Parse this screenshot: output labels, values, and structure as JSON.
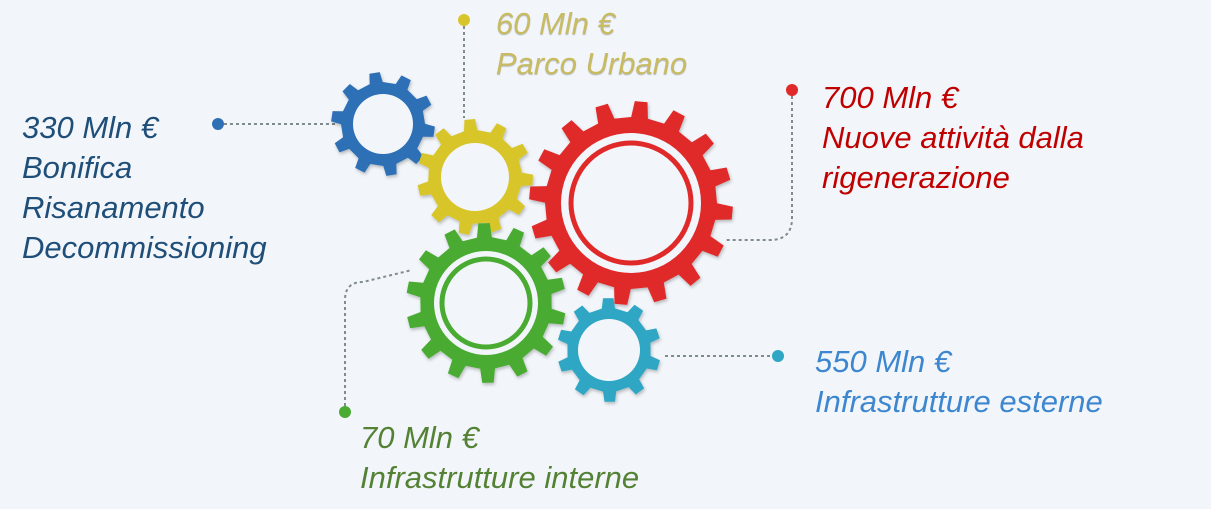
{
  "colors": {
    "blue": "#2e6fb5",
    "yellow": "#d8c52c",
    "red": "#e02a2a",
    "green": "#4aab32",
    "cyan": "#2ea6c4",
    "connector": "#7f8c8d"
  },
  "items": {
    "blue": {
      "amount": "330 Mln €",
      "lines": [
        "Bonifica",
        "Risanamento",
        "Decommissioning"
      ]
    },
    "yellow": {
      "amount": "60 Mln €",
      "lines": [
        "Parco Urbano"
      ]
    },
    "red": {
      "amount": "700 Mln €",
      "lines": [
        "Nuove attività dalla",
        "rigenerazione"
      ]
    },
    "green": {
      "amount": "70 Mln €",
      "lines": [
        "Infrastrutture interne"
      ]
    },
    "cyan": {
      "amount": "550 Mln €",
      "lines": [
        "Infrastrutture esterne"
      ]
    }
  }
}
